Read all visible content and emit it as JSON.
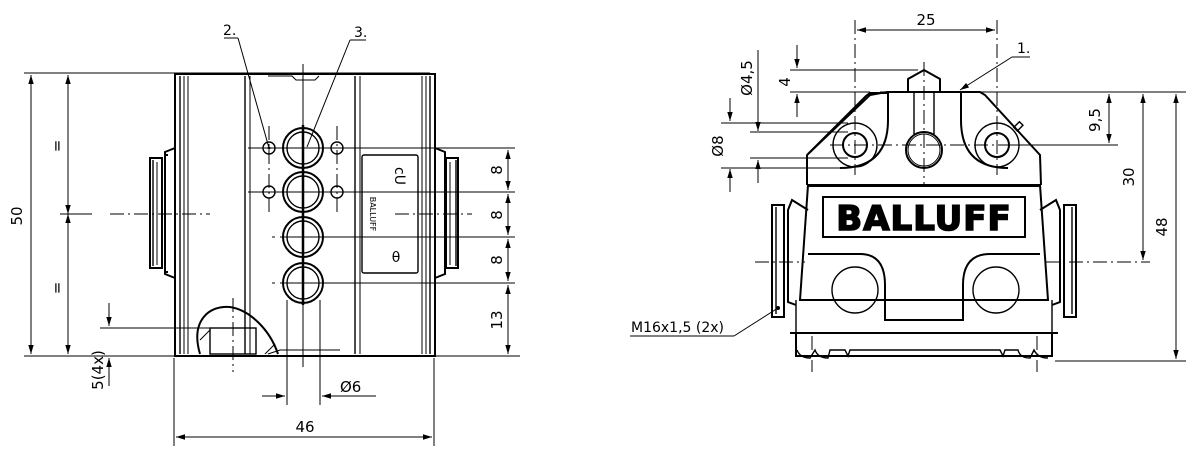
{
  "drawing": {
    "manufacturer_logo": "BALLUFF",
    "line_color": "#000000",
    "background": "#ffffff"
  },
  "left_view": {
    "callouts": [
      {
        "id": "callout-2",
        "label": "2."
      },
      {
        "id": "callout-3",
        "label": "3."
      }
    ],
    "dimensions": {
      "overall_height": "50",
      "equal_upper": "=",
      "equal_lower": "=",
      "spacing_1": "8",
      "spacing_2": "8",
      "spacing_3": "8",
      "bottom_offset": "13",
      "hole_diameter": "Ø6",
      "overall_width": "46",
      "mounting": "5(4x)"
    }
  },
  "right_view": {
    "callouts": [
      {
        "id": "callout-1",
        "label": "1."
      }
    ],
    "dimensions": {
      "hole_spacing": "25",
      "top_offset": "4",
      "inner_diameter": "Ø4,5",
      "outer_diameter": "Ø8",
      "hole_offset": "9,5",
      "mid_height": "30",
      "overall_height": "48"
    },
    "thread_label": "M16x1,5 (2x)"
  }
}
